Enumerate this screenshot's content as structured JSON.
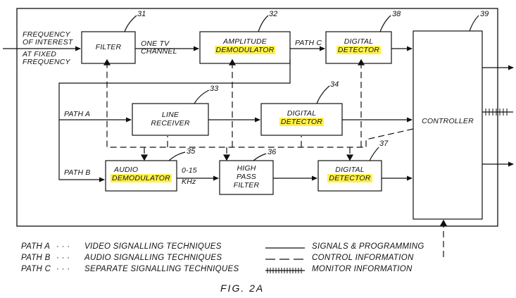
{
  "input": {
    "line1": "FREQUENCY",
    "line2": "OF INTEREST",
    "line3": "AT FIXED",
    "line4": "FREQUENCY"
  },
  "blocks": {
    "filter": {
      "ref": "31",
      "line1": "FILTER"
    },
    "amp_demod": {
      "ref": "32",
      "line1": "AMPLITUDE",
      "line2": "DEMODULATOR"
    },
    "digital_det_c": {
      "ref": "38",
      "line1": "DIGITAL",
      "line2": "DETECTOR"
    },
    "controller": {
      "ref": "39",
      "line1": "CONTROLLER"
    },
    "line_receiver": {
      "ref": "33",
      "line1": "LINE",
      "line2": "RECEIVER"
    },
    "digital_det_a": {
      "ref": "34",
      "line1": "DIGITAL",
      "line2": "DETECTOR"
    },
    "audio_demod": {
      "ref": "35",
      "line1": "AUDIO",
      "line2": "DEMODULATOR"
    },
    "high_pass": {
      "ref": "36",
      "line1": "HIGH",
      "line2": "PASS",
      "line3": "FILTER"
    },
    "digital_det_b": {
      "ref": "37",
      "line1": "DIGITAL",
      "line2": "DETECTOR"
    }
  },
  "labels": {
    "one_tv_1": "ONE TV",
    "one_tv_2": "CHANNEL",
    "path_c": "PATH C",
    "path_a": "PATH A",
    "path_b": "PATH B",
    "band_1": "0-15",
    "band_2": "KHz"
  },
  "legend": {
    "row1_path": "PATH A",
    "row1_dots": "· · ·",
    "row1_desc": "VIDEO SIGNALLING TECHNIQUES",
    "row1_key": "SIGNALS & PROGRAMMING",
    "row2_path": "PATH B",
    "row2_dots": "· · ·",
    "row2_desc": "AUDIO SIGNALLING TECHNIQUES",
    "row2_key": "CONTROL INFORMATION",
    "row3_path": "PATH C",
    "row3_dots": "· · ·",
    "row3_desc": "SEPARATE SIGNALLING TECHNIQUES",
    "row3_key": "MONITOR INFORMATION"
  },
  "figure_caption": "FIG. 2A",
  "colors": {
    "highlight": "#fff04a",
    "ink": "#111111"
  }
}
